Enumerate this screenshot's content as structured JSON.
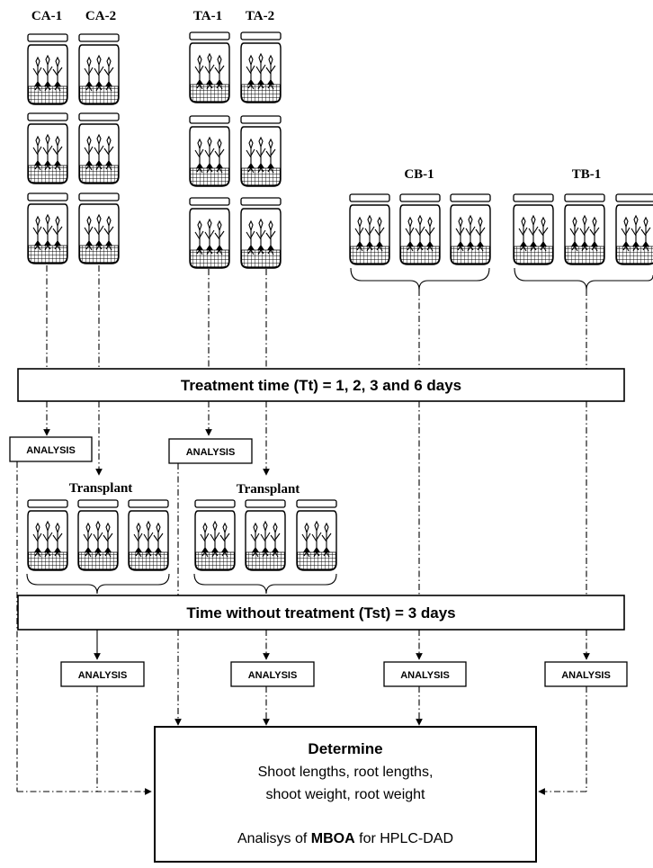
{
  "groups": {
    "ca1": "CA-1",
    "ca2": "CA-2",
    "ta1": "TA-1",
    "ta2": "TA-2",
    "cb1": "CB-1",
    "tb1": "TB-1"
  },
  "transplant_label": "Transplant",
  "treatment_time": "Treatment time (Tt) = 1, 2, 3 and 6 days",
  "time_without_treatment": "Time without treatment (Tst) = 3 days",
  "analysis_label": "ANALYSIS",
  "determine": {
    "title": "Determine",
    "line1": "Shoot lengths, root lengths,",
    "line2": "shoot weight, root weight",
    "line3_prefix": "Analisys of ",
    "line3_bold": "MBOA",
    "line3_suffix": " for HPLC-DAD"
  }
}
